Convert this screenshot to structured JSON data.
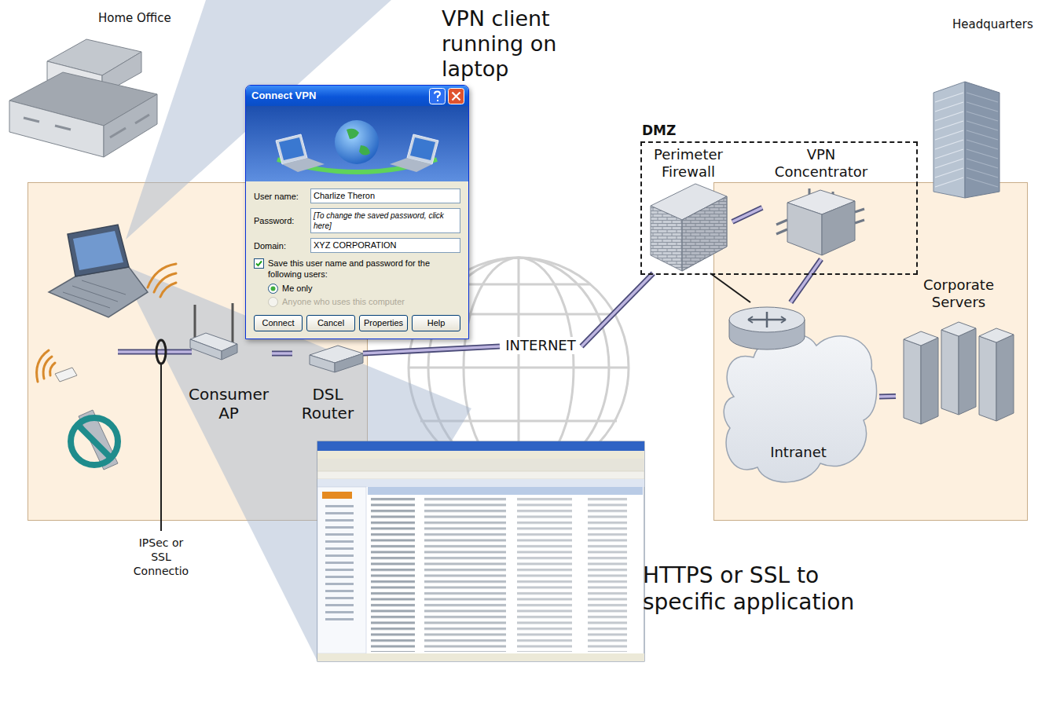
{
  "diagram": {
    "nodes": [
      {
        "text": [
          "Home Office"
        ]
      },
      {
        "text": [
          "Consumer AP"
        ],
        "in": 0
      },
      {
        "text": [
          "DSL Router"
        ],
        "in": 0
      },
      {
        "text": [
          "Connect VPN",
          "User name:",
          "Charlize Theron",
          "Password:",
          "[To change the saved password, click here]",
          "Domain:",
          "XYZ CORPORATION",
          "Save this user name and password for the following users:",
          "Me only",
          "Anyone who uses this computer",
          "Connect",
          "Cancel",
          "Properties",
          "Help"
        ]
      },
      {
        "text": [
          "INTERNET"
        ]
      },
      {
        "text": [
          "DMZ"
        ]
      },
      {
        "text": [
          "Perimeter Firewall"
        ],
        "in": 5
      },
      {
        "text": [
          "VPN Concentrator"
        ],
        "in": 5
      },
      {
        "text": [
          "Headquarters"
        ]
      },
      {
        "text": [
          "Intranet"
        ],
        "in": 8
      },
      {
        "text": [
          "Corporate Servers"
        ],
        "in": 8
      }
    ],
    "edges": [
      {
        "from": 1,
        "to": 2,
        "arrow": "none"
      },
      {
        "from": 2,
        "to": 4,
        "arrow": "none"
      },
      {
        "from": 4,
        "to": 6,
        "arrow": "none"
      },
      {
        "from": 6,
        "to": 7,
        "arrow": "none"
      },
      {
        "from": 6,
        "to": 9,
        "arrow": "none"
      },
      {
        "from": 7,
        "to": 9,
        "arrow": "none"
      },
      {
        "from": 9,
        "to": 10,
        "arrow": "none"
      }
    ],
    "labels": [
      "VPN client running on laptop",
      "IPSec or SSL Connectio",
      "HTTPS or SSL to specific application"
    ]
  }
}
